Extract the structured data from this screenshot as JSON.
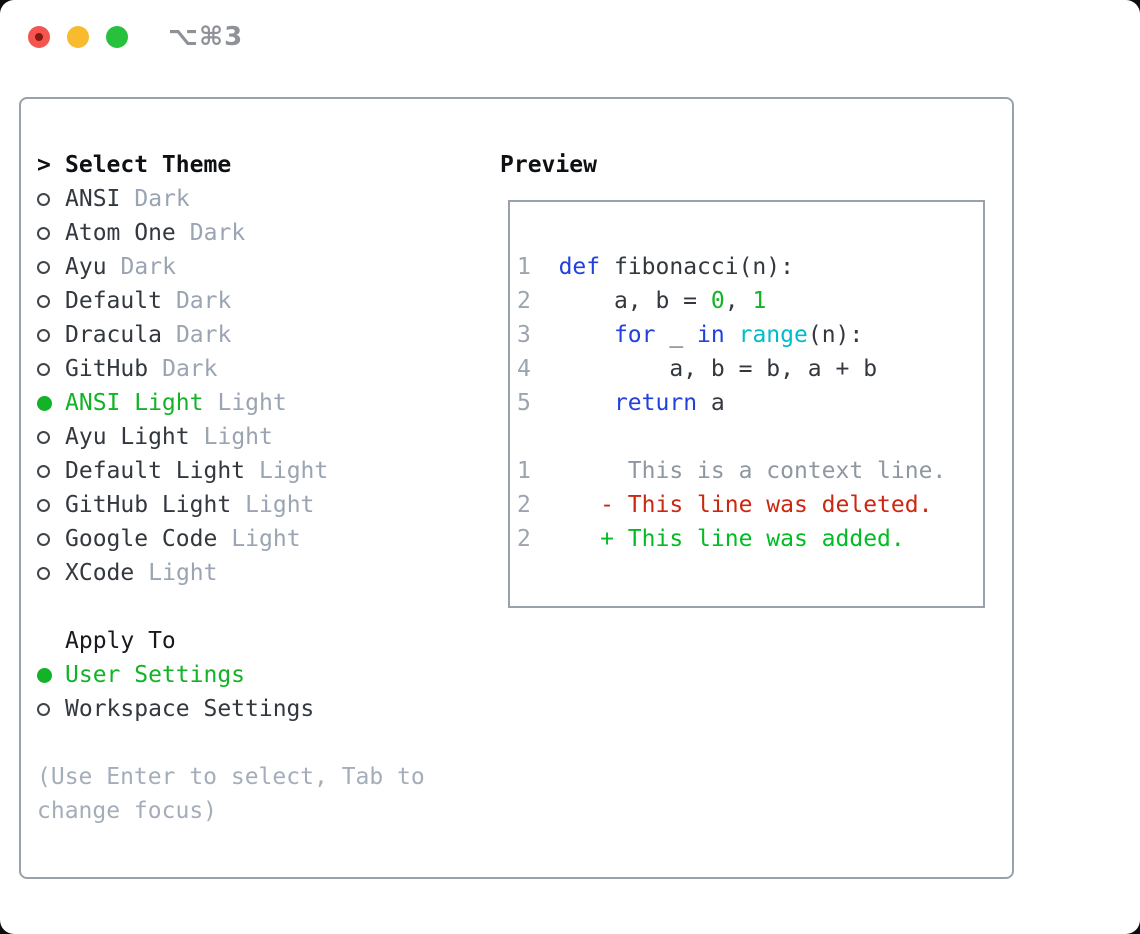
{
  "window": {
    "title": "⌥⌘3",
    "traffic_lights": {
      "close": "#f4554e",
      "minimize": "#f8bb2d",
      "zoom": "#27c13e"
    }
  },
  "theme_panel": {
    "prompt": ">",
    "title": "Select Theme",
    "themes": [
      {
        "name": "ANSI",
        "variant": "Dark",
        "selected": false
      },
      {
        "name": "Atom One",
        "variant": "Dark",
        "selected": false
      },
      {
        "name": "Ayu",
        "variant": "Dark",
        "selected": false
      },
      {
        "name": "Default",
        "variant": "Dark",
        "selected": false
      },
      {
        "name": "Dracula",
        "variant": "Dark",
        "selected": false
      },
      {
        "name": "GitHub",
        "variant": "Dark",
        "selected": false
      },
      {
        "name": "ANSI Light",
        "variant": "Light",
        "selected": true
      },
      {
        "name": "Ayu Light",
        "variant": "Light",
        "selected": false
      },
      {
        "name": "Default Light",
        "variant": "Light",
        "selected": false
      },
      {
        "name": "GitHub Light",
        "variant": "Light",
        "selected": false
      },
      {
        "name": "Google Code",
        "variant": "Light",
        "selected": false
      },
      {
        "name": "XCode",
        "variant": "Light",
        "selected": false
      }
    ],
    "apply_to": {
      "label": "Apply To",
      "options": [
        {
          "name": "User Settings",
          "selected": true
        },
        {
          "name": "Workspace Settings",
          "selected": false
        }
      ]
    },
    "help": [
      "(Use Enter to select, Tab to",
      "change focus)"
    ]
  },
  "preview": {
    "label": "Preview",
    "code_lines": [
      {
        "num": "1",
        "segments": [
          {
            "t": "  "
          },
          {
            "t": "def",
            "c": "kw"
          },
          {
            "t": " fibonacci(n):"
          }
        ]
      },
      {
        "num": "2",
        "segments": [
          {
            "t": "      a, b = "
          },
          {
            "t": "0",
            "c": "num"
          },
          {
            "t": ", "
          },
          {
            "t": "1",
            "c": "num"
          }
        ]
      },
      {
        "num": "3",
        "segments": [
          {
            "t": "      "
          },
          {
            "t": "for",
            "c": "kw"
          },
          {
            "t": " _ "
          },
          {
            "t": "in",
            "c": "kw"
          },
          {
            "t": " "
          },
          {
            "t": "range",
            "c": "type"
          },
          {
            "t": "(n):"
          }
        ]
      },
      {
        "num": "4",
        "segments": [
          {
            "t": "          a, b = b, a + b"
          }
        ]
      },
      {
        "num": "5",
        "segments": [
          {
            "t": "      "
          },
          {
            "t": "return",
            "c": "kw"
          },
          {
            "t": " a"
          }
        ]
      }
    ],
    "diff_lines": [
      {
        "num": "1",
        "segments": [
          {
            "t": "       This is a context line.",
            "c": "ctx"
          }
        ]
      },
      {
        "num": "2",
        "segments": [
          {
            "t": "     "
          },
          {
            "t": "- This line was deleted.",
            "c": "del"
          }
        ]
      },
      {
        "num": "2",
        "segments": [
          {
            "t": "     "
          },
          {
            "t": "+ This line was added.",
            "c": "add"
          }
        ]
      }
    ]
  },
  "colors": {
    "border_gray": "#99a1ad",
    "text_dark": "#33383f",
    "muted_gray": "#9aa4b2",
    "help_gray": "#a4adba",
    "accent_green": "#12b327",
    "keyword_blue": "#2141dd",
    "type_cyan": "#00bcc8",
    "deleted_red": "#cc2710",
    "added_green": "#00bd24",
    "context_gray": "#8f97a1"
  }
}
